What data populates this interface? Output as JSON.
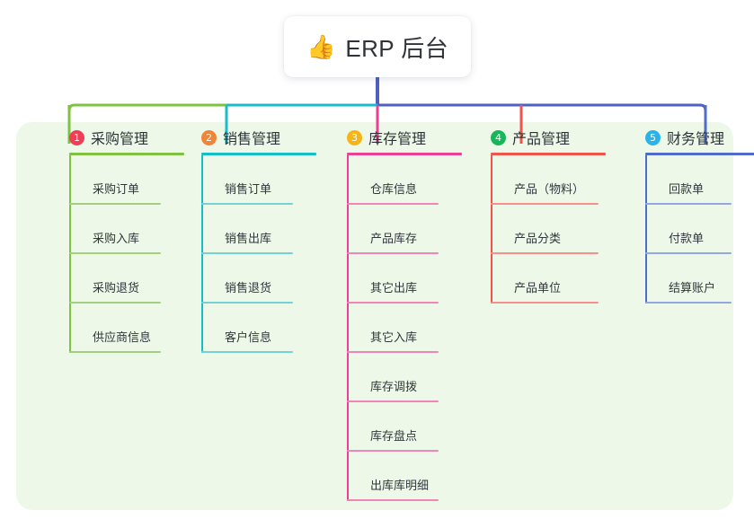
{
  "root": {
    "icon": "thumbs-up-icon",
    "icon_glyph": "👍",
    "title": "ERP 后台"
  },
  "palette": {
    "panel_background": "#eef8e9",
    "page_background": "#ffffff",
    "root_stem": "#4f5fc4",
    "text": "#2f3338"
  },
  "columns": [
    {
      "index": "1",
      "title": "采购管理",
      "badge_color": "#ef3e56",
      "line_color": "#7fc242",
      "item_line_color": "#a4cf7e",
      "items": [
        "采购订单",
        "采购入库",
        "采购退货",
        "供应商信息"
      ]
    },
    {
      "index": "2",
      "title": "销售管理",
      "badge_color": "#f08437",
      "line_color": "#18bec6",
      "item_line_color": "#76d1d3",
      "items": [
        "销售订单",
        "销售出库",
        "销售退货",
        "客户信息"
      ]
    },
    {
      "index": "3",
      "title": "库存管理",
      "badge_color": "#f5b417",
      "line_color": "#ee3f93",
      "item_line_color": "#ef85b8",
      "items": [
        "仓库信息",
        "产品库存",
        "其它出库",
        "其它入库",
        "库存调拨",
        "库存盘点",
        "出库库明细"
      ]
    },
    {
      "index": "4",
      "title": "产品管理",
      "badge_color": "#18b659",
      "line_color": "#f2544b",
      "item_line_color": "#f5918a",
      "items": [
        "产品（物料）",
        "产品分类",
        "产品单位"
      ]
    },
    {
      "index": "5",
      "title": "财务管理",
      "badge_color": "#2bb3e8",
      "line_color": "#4f6cc9",
      "item_line_color": "#93a8e0",
      "items": [
        "回款单",
        "付款单",
        "结算账户"
      ]
    }
  ],
  "connectors": {
    "bus_segments": [
      {
        "name": "bus-green",
        "color": "#7fc242"
      },
      {
        "name": "bus-teal",
        "color": "#18bec6"
      },
      {
        "name": "bus-indigo",
        "color": "#4f5fc4"
      }
    ],
    "drop_colors": [
      "#7fc242",
      "#18bec6",
      "#ee3f93",
      "#f2544b",
      "#4f6cc9"
    ]
  }
}
